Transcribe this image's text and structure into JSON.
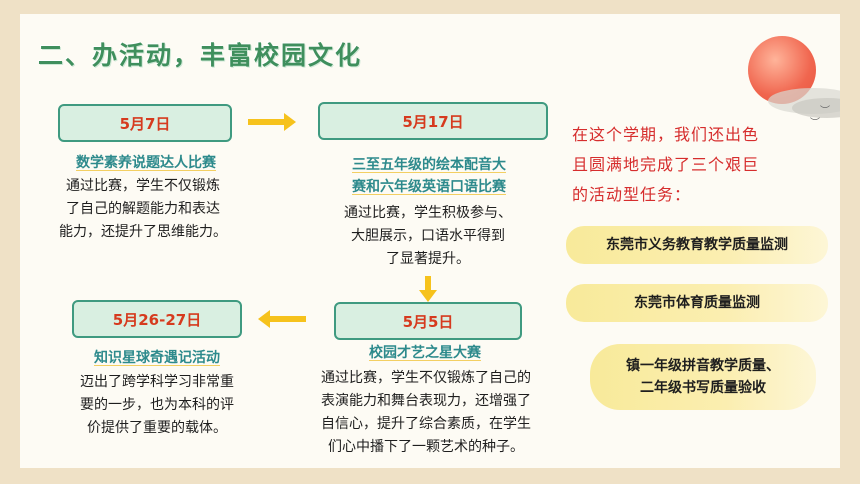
{
  "title": "二、办活动，丰富校园文化",
  "timeline": [
    {
      "date": "5月7日",
      "title_lines": [
        "数学素养说题达人比赛"
      ],
      "desc_lines": [
        "通过比赛，学生不仅锻炼",
        "了自己的解题能力和表达",
        "能力，还提升了思维能力。"
      ]
    },
    {
      "date": "5月17日",
      "title_lines": [
        "三至五年级的绘本配音大",
        "赛和六年级英语口语比赛"
      ],
      "desc_lines": [
        "通过比赛，学生积极参与、",
        "大胆展示，口语水平得到",
        "了显著提升。"
      ]
    },
    {
      "date": "5月5日",
      "title_lines": [
        "校园才艺之星大赛"
      ],
      "desc_lines": [
        "通过比赛，学生不仅锻炼了自己的",
        "表演能力和舞台表现力，还增强了",
        "自信心，提升了综合素质，在学生",
        "们心中播下了一颗艺术的种子。"
      ]
    },
    {
      "date": "5月26-27日",
      "title_lines": [
        "知识星球奇遇记活动"
      ],
      "desc_lines": [
        "迈出了跨学科学习非常重",
        "要的一步，也为本科的评",
        "价提供了重要的载体。"
      ]
    }
  ],
  "intro_lines": [
    "在这个学期，我们还出色",
    "且圆满地完成了三个艰巨",
    "的活动型任务："
  ],
  "tasks": [
    {
      "lines": [
        "东莞市义务教育教学质量监测"
      ]
    },
    {
      "lines": [
        "东莞市体育质量监测"
      ]
    },
    {
      "lines": [
        "镇一年级拼音教学质量、",
        "二年级书写质量验收"
      ]
    }
  ],
  "colors": {
    "background": "#efe1c6",
    "title_green": "#3f8f5d",
    "date_red": "#d63a1e",
    "event_title_teal": "#2d8a8c",
    "intro_red": "#d62d2d",
    "arrow_yellow": "#f6c21c"
  }
}
